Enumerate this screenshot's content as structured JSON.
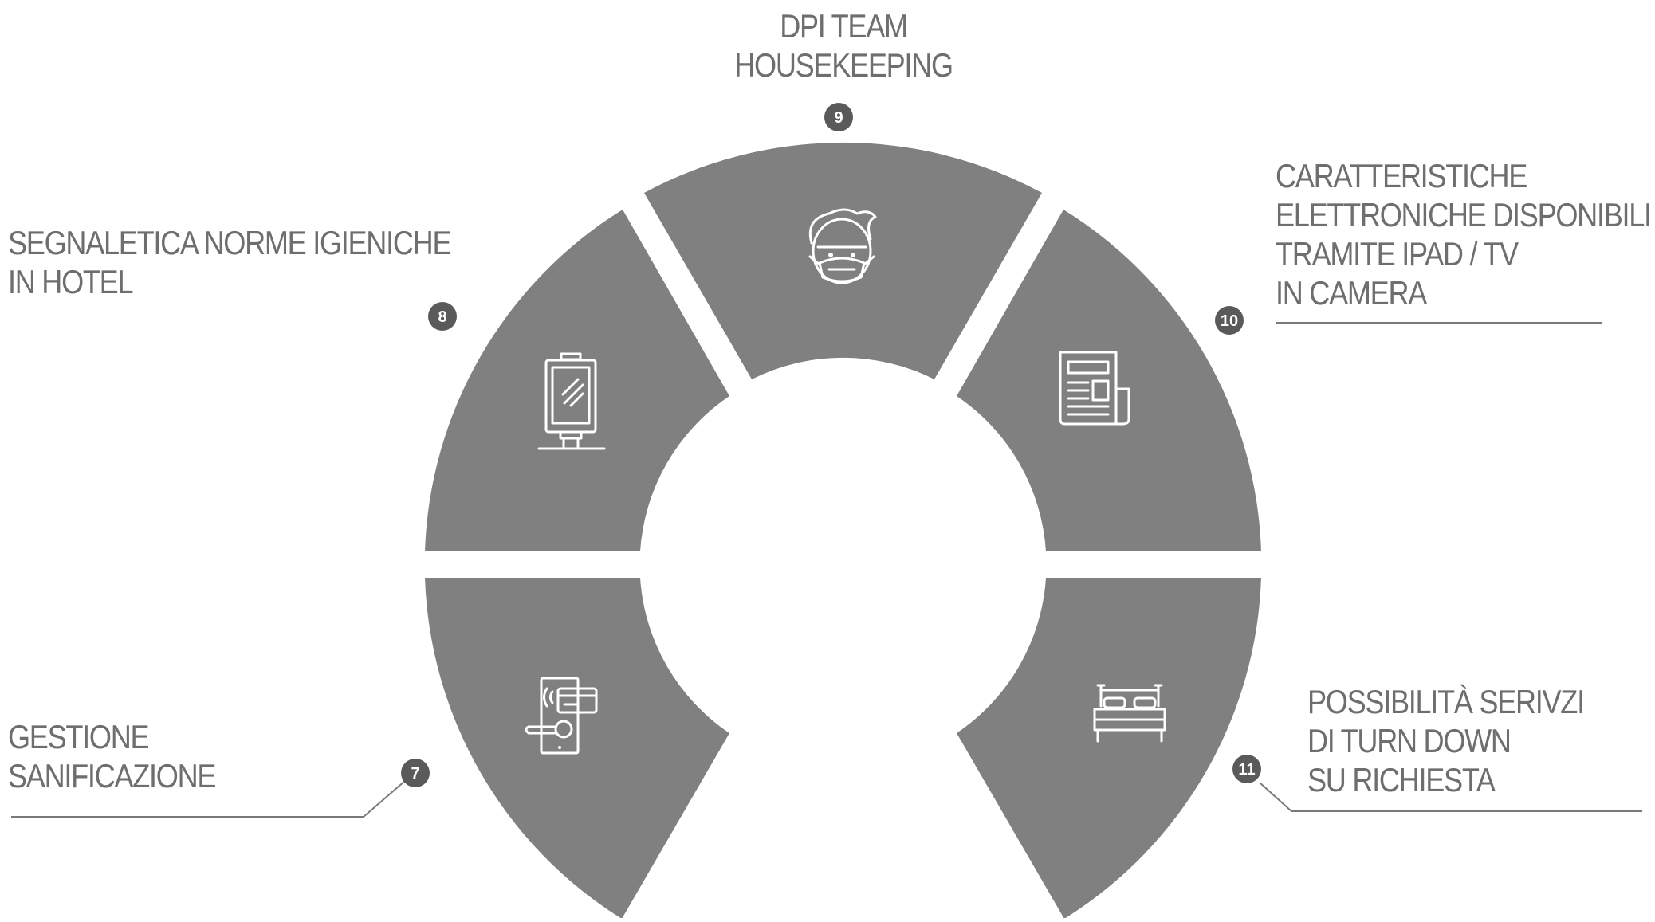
{
  "colors": {
    "segment": "#808080",
    "text": "#6e6e6e",
    "badge": "#5a5a5a",
    "line": "#7a7a7a",
    "icon_stroke": "#ffffff"
  },
  "items": [
    {
      "id": "7",
      "number": "7",
      "lines": [
        "GESTIONE",
        "SANIFICAZIONE"
      ],
      "icon": "card-lock-icon"
    },
    {
      "id": "8",
      "number": "8",
      "lines": [
        "SEGNALETICA NORME IGIENICHE",
        "IN HOTEL"
      ],
      "icon": "signage-stand-icon"
    },
    {
      "id": "9",
      "number": "9",
      "lines": [
        "DPI TEAM",
        "HOUSEKEEPING"
      ],
      "icon": "face-mask-icon"
    },
    {
      "id": "10",
      "number": "10",
      "lines": [
        "CARATTERISTICHE",
        "ELETTRONICHE DISPONIBILI",
        "TRAMITE IPAD / TV",
        "IN CAMERA"
      ],
      "icon": "newspaper-icon"
    },
    {
      "id": "11",
      "number": "11",
      "lines": [
        "POSSIBILITÀ SERIVZI",
        "DI TURN DOWN",
        "SU RICHIESTA"
      ],
      "icon": "bed-icon"
    }
  ]
}
